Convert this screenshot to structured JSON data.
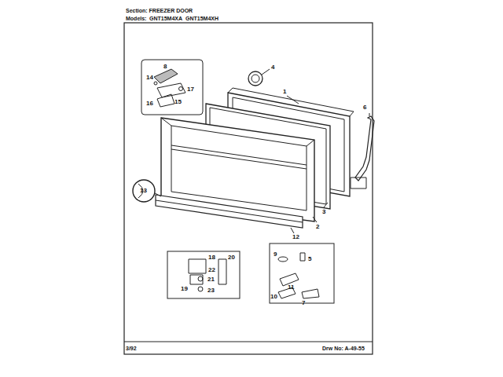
{
  "diagram": {
    "title": "Section: FREEZER DOOR",
    "labels": [
      "Models:",
      "GNT15M4XA",
      "GNT15M4XH",
      "1",
      "2",
      "3",
      "4",
      "5",
      "6",
      "7",
      "8",
      "9",
      "10",
      "11",
      "12",
      "13",
      "14",
      "15",
      "16",
      "17",
      "18",
      "19",
      "20",
      "21",
      "22",
      "23",
      "3/92",
      "Drw No: A-49-55"
    ]
  }
}
